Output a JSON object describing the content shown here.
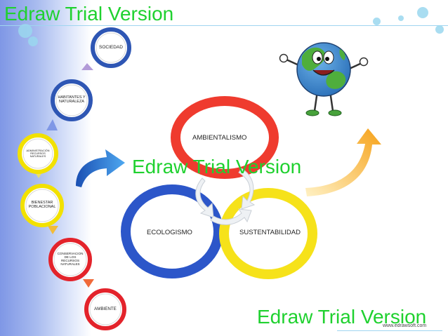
{
  "watermarks": [
    "Edraw Trial Version",
    "Edraw Trial Version",
    "Edraw Trial Version"
  ],
  "footer_url": "www.edrawsoft.com",
  "chain_nodes": [
    {
      "label": "SOCIEDAD",
      "color": "#2e56b4"
    },
    {
      "label": "HABITANTES Y NATURALEZA",
      "color": "#2e56b4"
    },
    {
      "label": "ADMINISTRACIÓN RECURSOS NATURALES",
      "color": "#f2e100"
    },
    {
      "label": "BIENESTAR POBLACIONAL",
      "color": "#f2e100"
    },
    {
      "label": "CONSERVACION DE LOS RECURSOS NATURALES",
      "color": "#e3232b"
    },
    {
      "label": "AMBIENTE",
      "color": "#e3232b"
    }
  ],
  "main_cycle": [
    {
      "label": "AMBIENTALISMO",
      "color": "#ef3b2e"
    },
    {
      "label": "ECOLOGISMO",
      "color": "#2c56c9"
    },
    {
      "label": "SUSTENTABILIDAD",
      "color": "#f6e21a"
    }
  ],
  "icons": [
    "earth-mascot-icon",
    "blue-curved-arrow-icon",
    "orange-curved-arrow-icon",
    "cycle-arrows-icon"
  ]
}
